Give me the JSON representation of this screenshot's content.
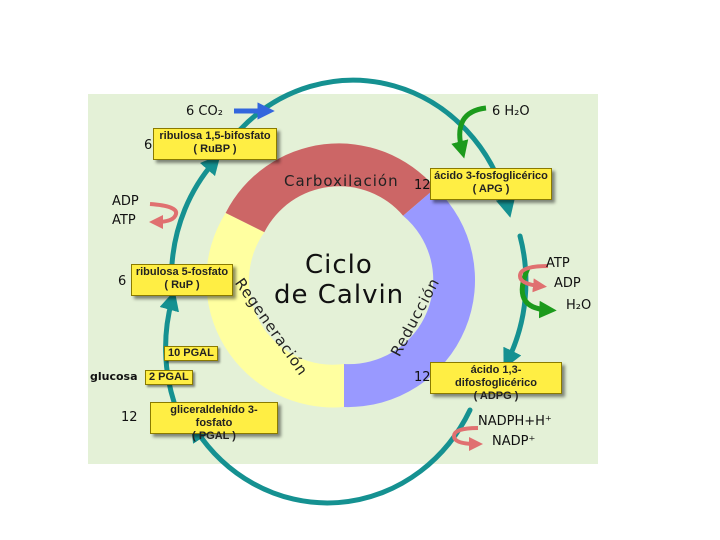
{
  "title_line1": "Ciclo",
  "title_line2": "de Calvin",
  "segments": {
    "carboxilacion": "Carboxilación",
    "reduccion": "Reducción",
    "regeneracion": "Regeneración"
  },
  "inputs": {
    "co2": "6 CO₂",
    "h2o": "6 H₂O",
    "adp_left": "ADP",
    "atp_left": "ATP",
    "atp_right": "ATP",
    "adp_right": "ADP",
    "h2o_right": "H₂O",
    "nadph": "NADPH+H⁺",
    "nadp": "NADP⁺",
    "glucosa": "glucosa"
  },
  "boxes": {
    "rubp": {
      "count": "6",
      "line1": "ribulosa 1,5-bifosfato",
      "line2": "( RuBP )"
    },
    "apg": {
      "count": "12",
      "line1": "ácido 3-fosfoglicérico",
      "line2": "( APG )"
    },
    "adpg": {
      "count": "12",
      "line1": "ácido 1,3-difosfoglicérico",
      "line2": "( ADPG )"
    },
    "pgal": {
      "count": "12",
      "line1": "gliceraldehído 3-fosfato",
      "line2": "( PGAL )"
    },
    "rup": {
      "count": "6",
      "line1": "ribulosa 5-fosfato",
      "line2": "( RuP )"
    },
    "pgal10": "10 PGAL",
    "pgal2": "2 PGAL"
  },
  "colors": {
    "panel": "#e4f1d7",
    "cycle_arrow": "#159191",
    "carboxilacion": "#cc6666",
    "reduccion": "#9999ff",
    "regeneracion": "#ffffa0",
    "box": "#ffee44",
    "green_arrow": "#1c9a1c",
    "blue_arrow": "#3366dd",
    "pink_arrow": "#e07070"
  }
}
